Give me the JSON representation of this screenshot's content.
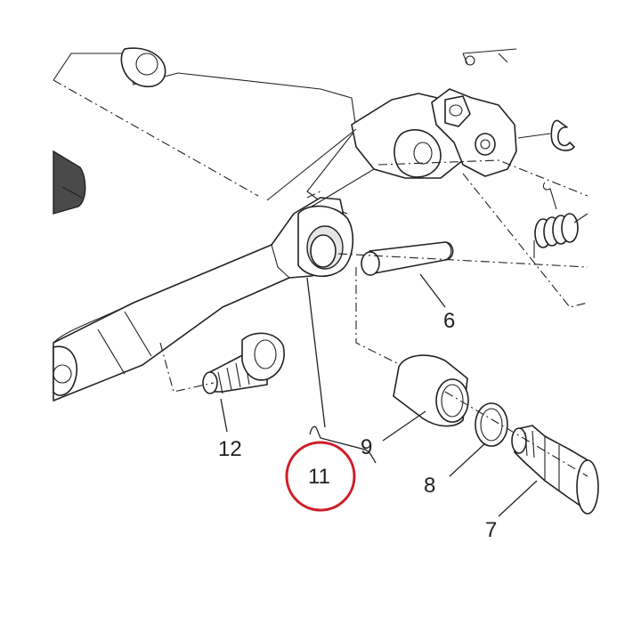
{
  "callouts": [
    {
      "id": "6",
      "text": "6"
    },
    {
      "id": "7",
      "text": "7"
    },
    {
      "id": "8",
      "text": "8"
    },
    {
      "id": "9",
      "text": "9"
    },
    {
      "id": "11",
      "text": "11"
    },
    {
      "id": "12",
      "text": "12"
    }
  ],
  "highlighted_callout": "11",
  "colors": {
    "highlight": "#cc1f2a",
    "line": "#222222",
    "rubber": "#4a4a4a"
  }
}
